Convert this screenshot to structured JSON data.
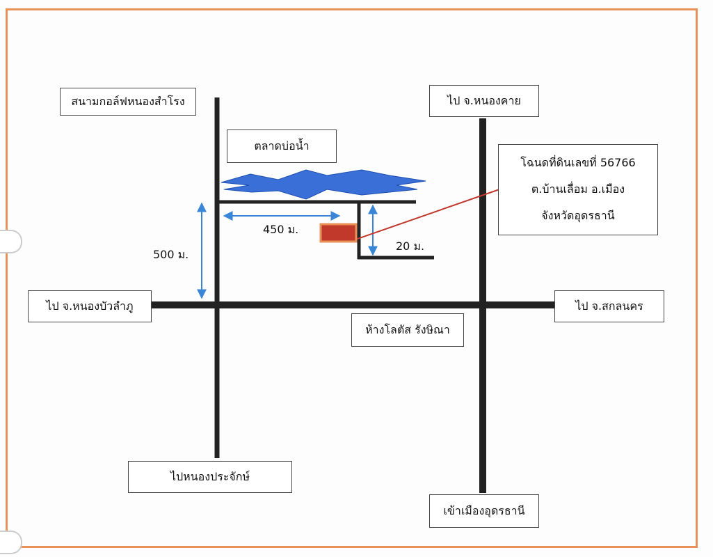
{
  "labels": {
    "golf_course": "สนามกอล์ฟหนองสำโรง",
    "market": "ตลาดบ่อน้ำ",
    "to_nong_khai": "ไป จ.หนองคาย",
    "to_nong_bua_lam_phu": "ไป จ.หนองบัวลำภู",
    "to_sakon_nakhon": "ไป จ.สกลนคร",
    "lotus_store": "ห้างโลตัส รังษิณา",
    "to_nong_prajak": "ไปหนองประจักษ์",
    "to_udon_city": "เข้าเมืองอุดรธานี"
  },
  "deed": {
    "line1": "โฉนดที่ดินเลขที่ 56766",
    "line2": "ต.บ้านเลื่อม อ.เมือง",
    "line3": "จังหวัดอุดรธานี"
  },
  "distances": {
    "d450": "450 ม.",
    "d500": "500 ม.",
    "d20": "20 ม."
  },
  "colors": {
    "road": "#222222",
    "water": "#3a6fd8",
    "arrow": "#3a86d6",
    "plot": "#c0392b",
    "pointer": "#c0392b",
    "frame": "#e8925a"
  }
}
